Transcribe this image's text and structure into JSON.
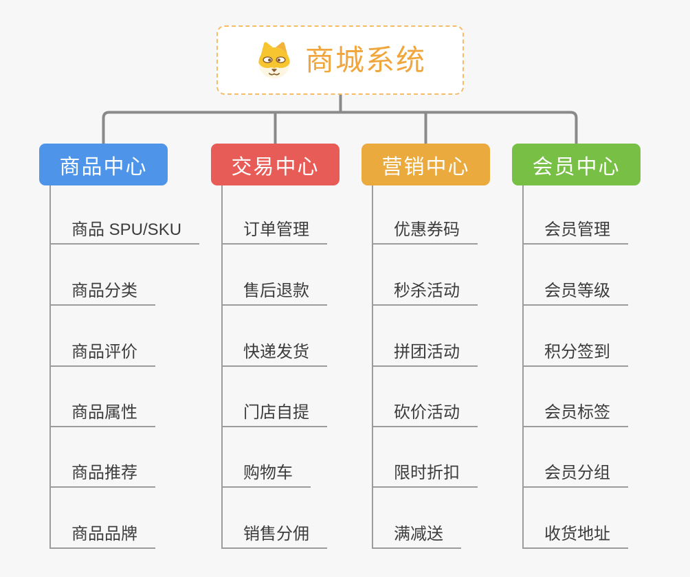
{
  "root": {
    "title": "商城系统",
    "icon": "dog-face-icon"
  },
  "branches": [
    {
      "label": "商品中心",
      "color": "#4e95ea",
      "items": [
        "商品 SPU/SKU",
        "商品分类",
        "商品评价",
        "商品属性",
        "商品推荐",
        "商品品牌"
      ]
    },
    {
      "label": "交易中心",
      "color": "#e85c58",
      "items": [
        "订单管理",
        "售后退款",
        "快递发货",
        "门店自提",
        "购物车",
        "销售分佣"
      ]
    },
    {
      "label": "营销中心",
      "color": "#eaaa3e",
      "items": [
        "优惠券码",
        "秒杀活动",
        "拼团活动",
        "砍价活动",
        "限时折扣",
        "满减送"
      ]
    },
    {
      "label": "会员中心",
      "color": "#77bf45",
      "items": [
        "会员管理",
        "会员等级",
        "积分签到",
        "会员标签",
        "会员分组",
        "收货地址"
      ]
    }
  ],
  "colors": {
    "root_title": "#f0a63c",
    "root_border": "#f5bb67",
    "connector_main": "#8a8a8a",
    "connector_sub": "#9b9b9b",
    "leaf_text": "#3c3c3c",
    "background": "#f7f7f7"
  }
}
